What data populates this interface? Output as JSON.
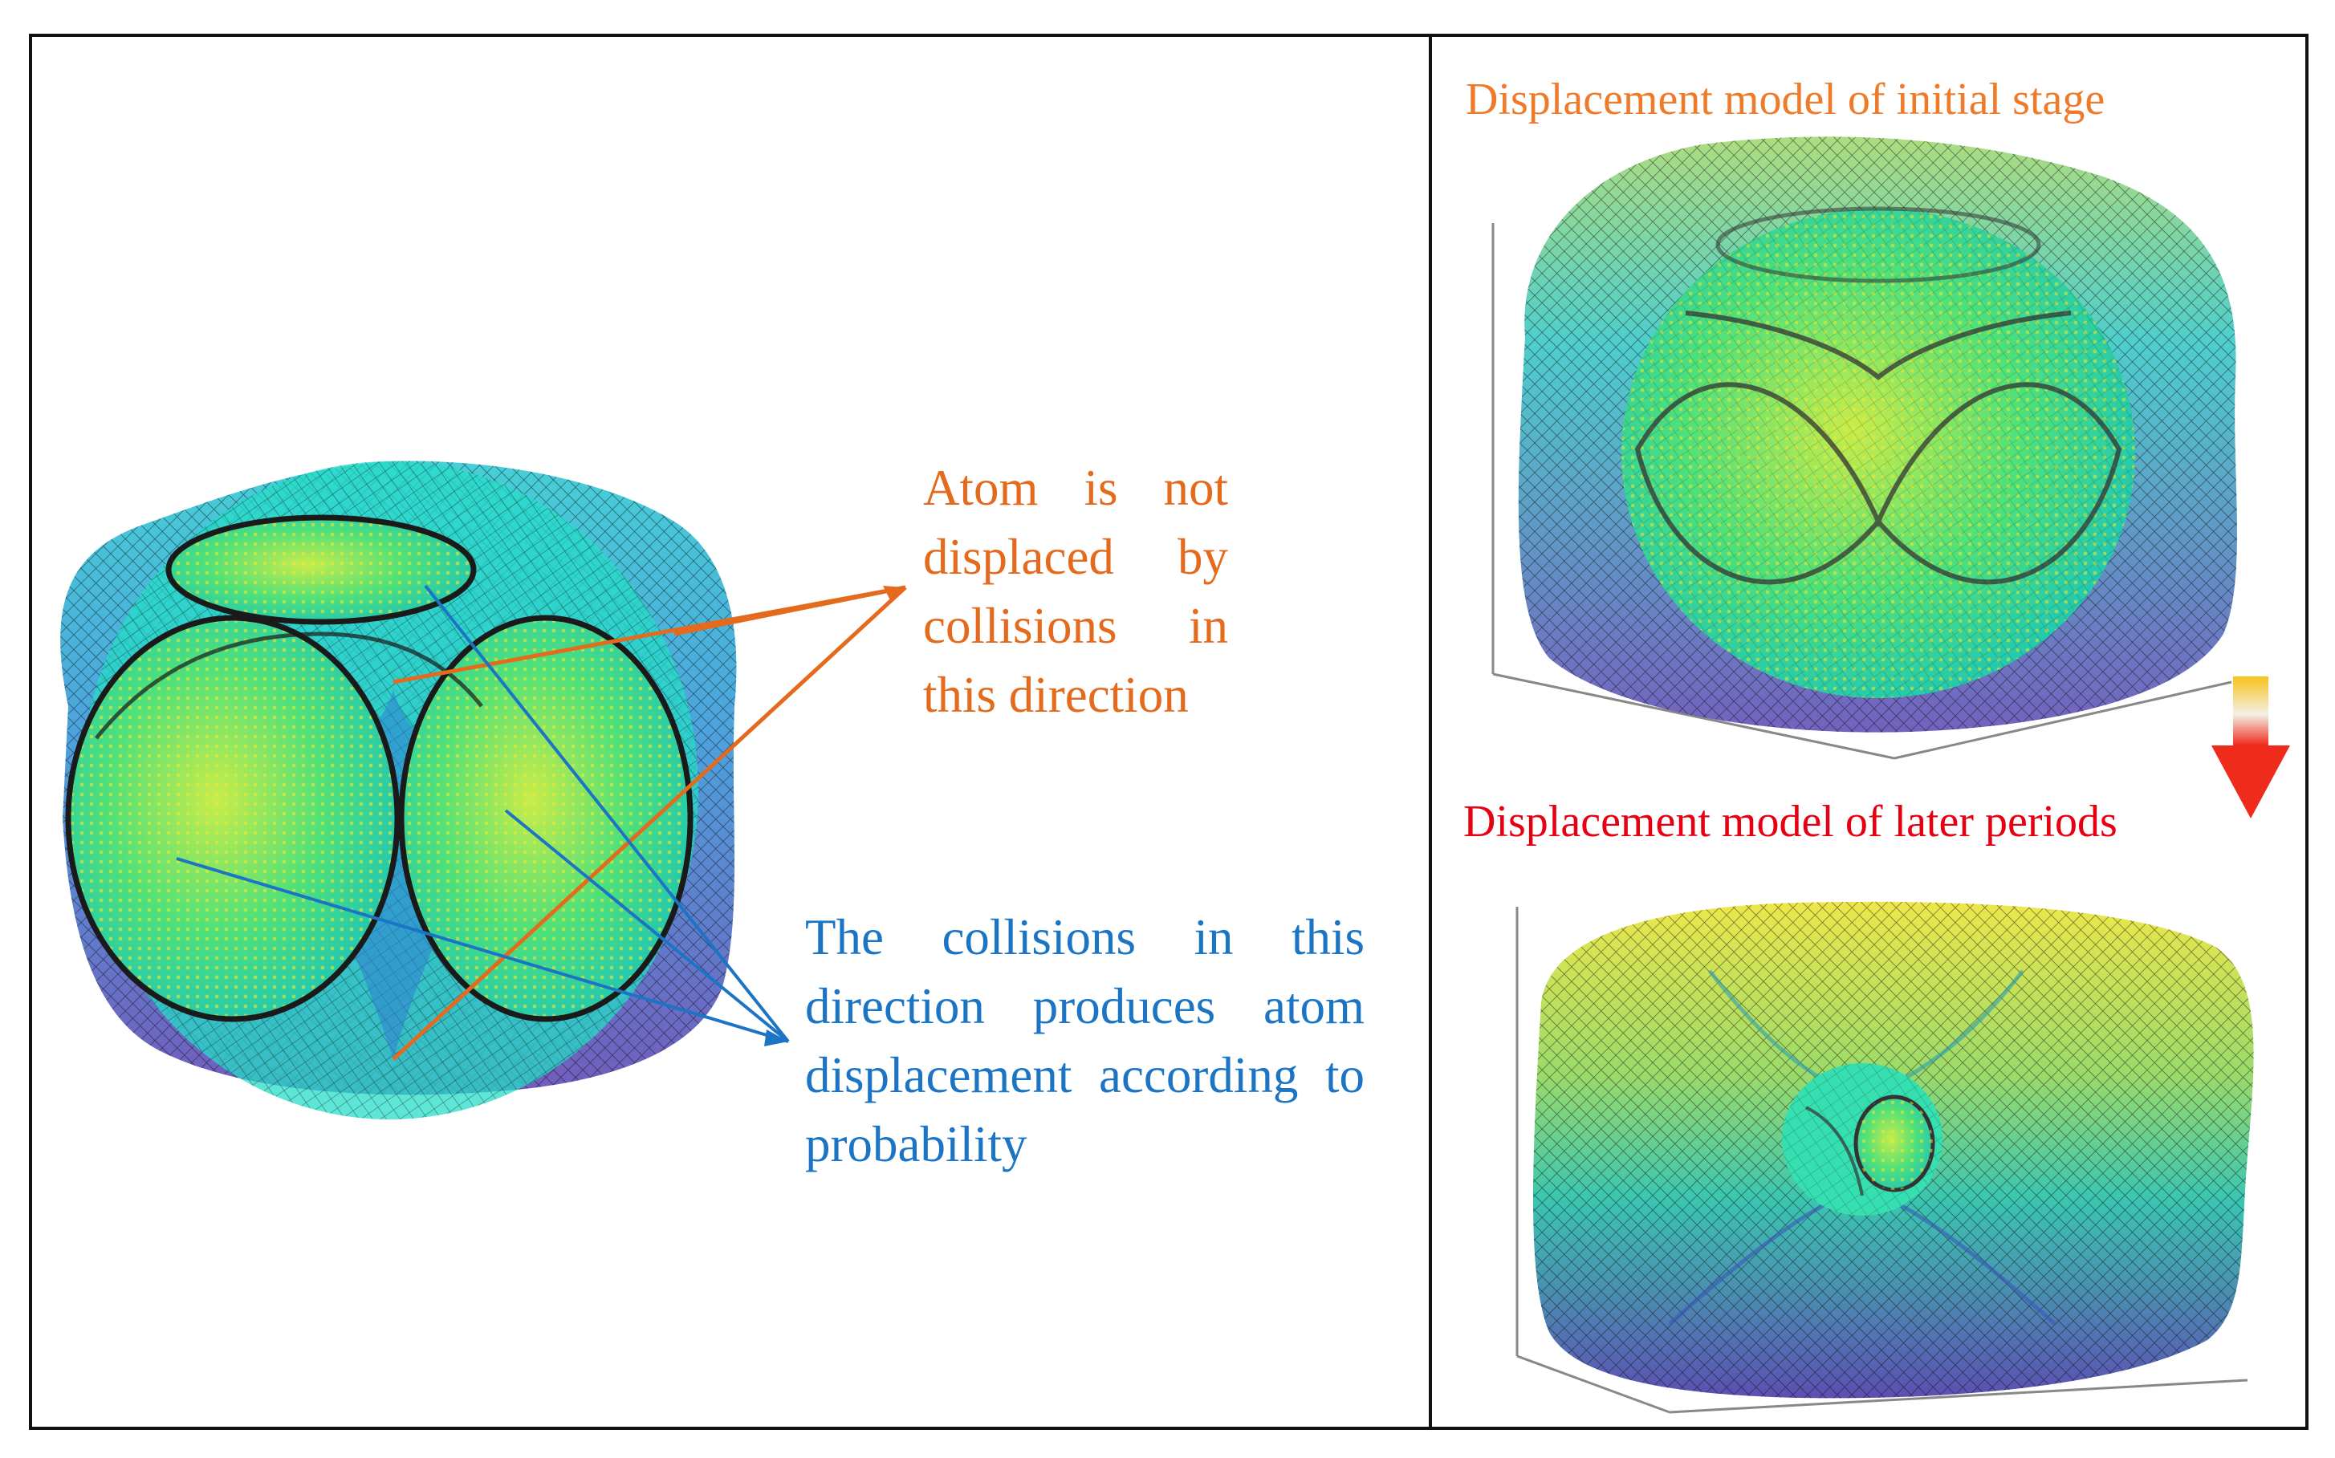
{
  "annotations": {
    "not_displaced": "Atom is not displaced by collisions in this direction",
    "displacement": "The collisions in this direction produces atom displacement according to probability"
  },
  "titles": {
    "initial_stage": "Displacement model of initial stage",
    "later_periods": "Displacement model of later periods"
  },
  "colors": {
    "orange_annotation": "#e46a1e",
    "blue_annotation": "#1b74c4",
    "later_title_red": "#e60012",
    "sphere_green": "#3fe08a",
    "mesh_purple": "#5a3fb0",
    "mesh_yellow": "#e9e23a",
    "transition_arrow": "#ef2b1c"
  },
  "icons": {
    "transition": "down-arrow-icon"
  }
}
